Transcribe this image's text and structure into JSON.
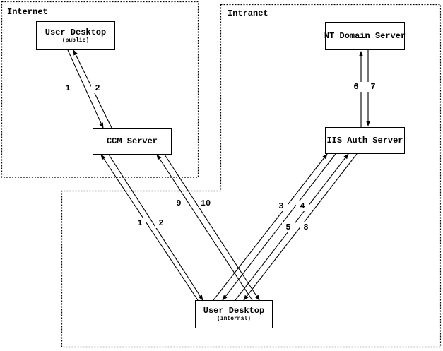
{
  "diagram": {
    "zones": {
      "internet": {
        "label": "Internet"
      },
      "intranet": {
        "label": "Intranet"
      }
    },
    "nodes": {
      "user_desktop_public": {
        "title": "User Desktop",
        "subtitle": "(public)"
      },
      "ccm_server": {
        "title": "CCM Server"
      },
      "nt_domain_server": {
        "title": "NT Domain Server"
      },
      "iis_auth_server": {
        "title": "IIS Auth Server"
      },
      "user_desktop_internal": {
        "title": "User Desktop",
        "subtitle": "(internal)"
      }
    },
    "flows": [
      {
        "label": "1",
        "from": "user_desktop_public",
        "to": "ccm_server"
      },
      {
        "label": "2",
        "from": "ccm_server",
        "to": "user_desktop_public"
      },
      {
        "label": "1",
        "from": "user_desktop_internal",
        "to": "ccm_server"
      },
      {
        "label": "2",
        "from": "ccm_server",
        "to": "user_desktop_internal"
      },
      {
        "label": "9",
        "from": "user_desktop_internal",
        "to": "ccm_server"
      },
      {
        "label": "10",
        "from": "ccm_server",
        "to": "user_desktop_internal"
      },
      {
        "label": "3",
        "from": "user_desktop_internal",
        "to": "iis_auth_server"
      },
      {
        "label": "4",
        "from": "iis_auth_server",
        "to": "user_desktop_internal"
      },
      {
        "label": "5",
        "from": "user_desktop_internal",
        "to": "iis_auth_server"
      },
      {
        "label": "8",
        "from": "iis_auth_server",
        "to": "user_desktop_internal"
      },
      {
        "label": "6",
        "from": "iis_auth_server",
        "to": "nt_domain_server"
      },
      {
        "label": "7",
        "from": "nt_domain_server",
        "to": "iis_auth_server"
      }
    ],
    "colors": {
      "line": "#000000",
      "background": "#ffffff"
    }
  }
}
